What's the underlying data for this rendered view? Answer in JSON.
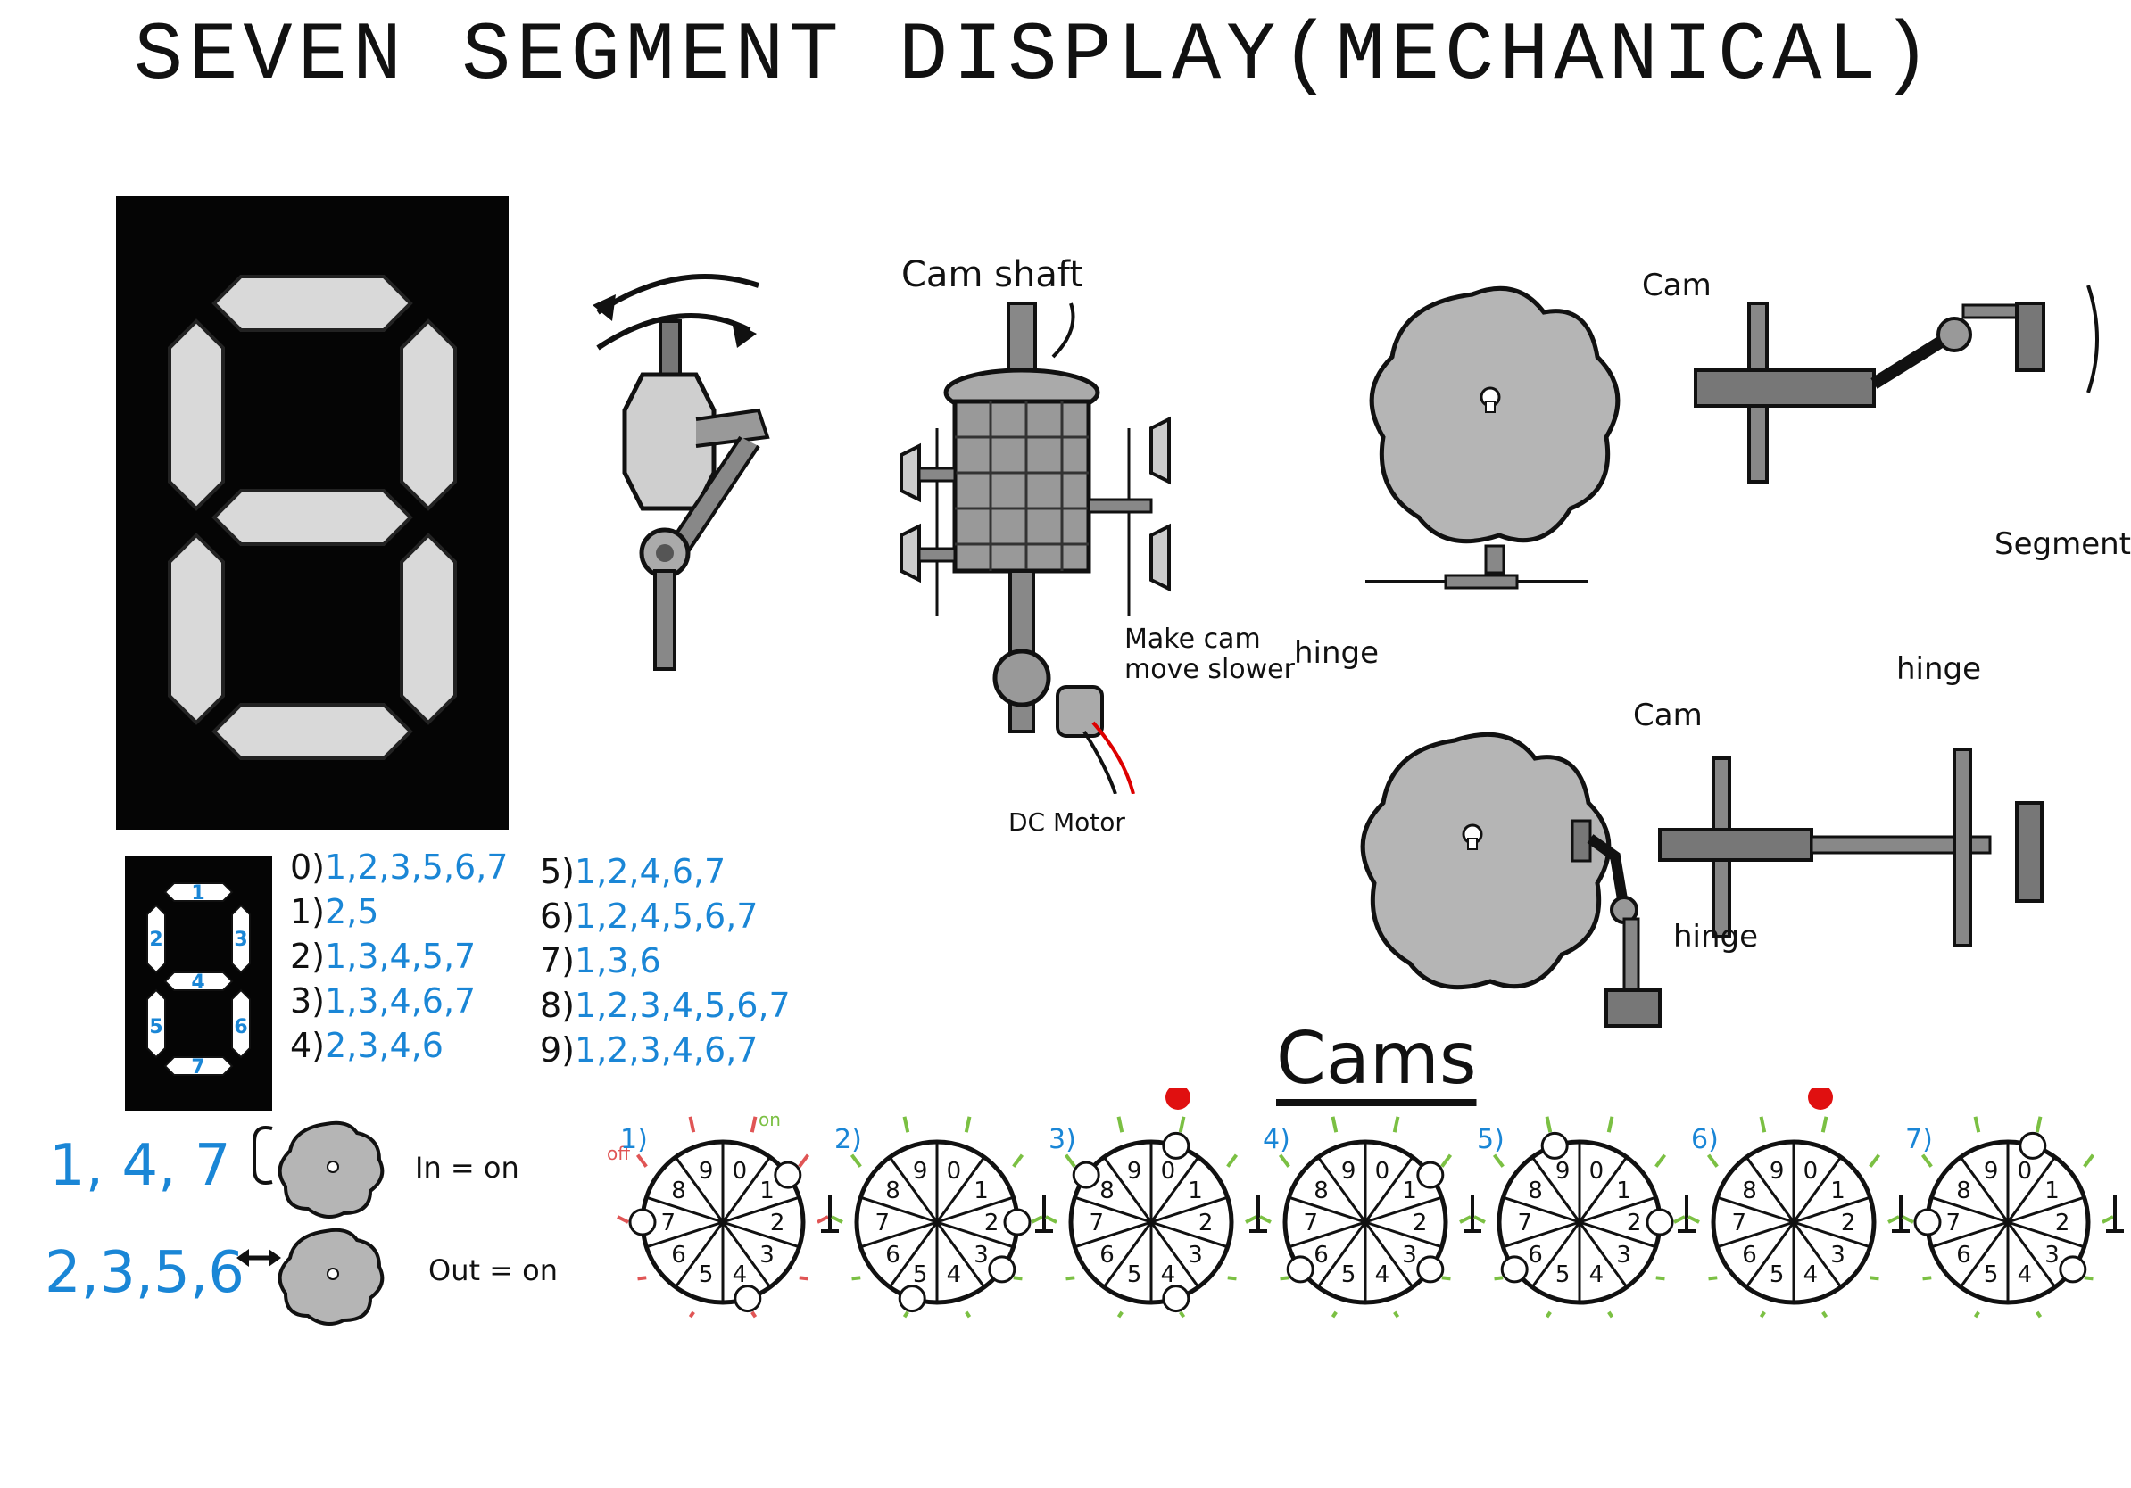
{
  "title": "SEVEN SEGMENT DISPLAY(MECHANICAL)",
  "labels": {
    "cam_shaft": "Cam shaft",
    "make_cam_slower": "Make cam move slower",
    "dc_motor": "DC Motor",
    "cam_top": "Cam",
    "cam_bottom": "Cam",
    "hinge_top": "hinge",
    "hinge_right": "hinge",
    "hinge_bottom": "hinge",
    "segment": "Segment",
    "cams_heading": "Cams"
  },
  "small_display_segments": [
    "1",
    "2",
    "3",
    "4",
    "5",
    "6",
    "7"
  ],
  "digit_map_left": [
    {
      "digit": "0)",
      "segments": "1,2,3,5,6,7"
    },
    {
      "digit": "1)",
      "segments": "2,5"
    },
    {
      "digit": "2)",
      "segments": "1,3,4,5,7"
    },
    {
      "digit": "3)",
      "segments": "1,3,4,6,7"
    },
    {
      "digit": "4)",
      "segments": "2,3,4,6"
    }
  ],
  "digit_map_right": [
    {
      "digit": "5)",
      "segments": "1,2,4,6,7"
    },
    {
      "digit": "6)",
      "segments": "1,2,4,5,6,7"
    },
    {
      "digit": "7)",
      "segments": "1,3,6"
    },
    {
      "digit": "8)",
      "segments": "1,2,3,4,5,6,7"
    },
    {
      "digit": "9)",
      "segments": "1,2,3,4,6,7"
    }
  ],
  "legend": {
    "group_in": "1, 4, 7",
    "group_out": "2,3,5,6",
    "in_label": "In = on",
    "out_label": "Out = on"
  },
  "cam_wheel": {
    "digits": [
      "0",
      "1",
      "2",
      "3",
      "4",
      "5",
      "6",
      "7",
      "8",
      "9"
    ],
    "top_label": "on",
    "off_label": "off"
  },
  "cams": [
    {
      "number": "1)",
      "notches": [
        1,
        4,
        7
      ],
      "flagged": false
    },
    {
      "number": "2)",
      "notches": [
        2,
        3,
        5
      ],
      "flagged": false
    },
    {
      "number": "3)",
      "notches": [
        0,
        4,
        8
      ],
      "flagged": true
    },
    {
      "number": "4)",
      "notches": [
        1,
        3,
        6
      ],
      "flagged": false
    },
    {
      "number": "5)",
      "notches": [
        2,
        6,
        9
      ],
      "flagged": false
    },
    {
      "number": "6)",
      "notches": [],
      "flagged": true
    },
    {
      "number": "7)",
      "notches": [
        0,
        3,
        7
      ],
      "flagged": false
    }
  ],
  "colors": {
    "accent": "#1a86d6",
    "flag": "#e01010",
    "check": "#7bc043",
    "off": "#e05555"
  }
}
